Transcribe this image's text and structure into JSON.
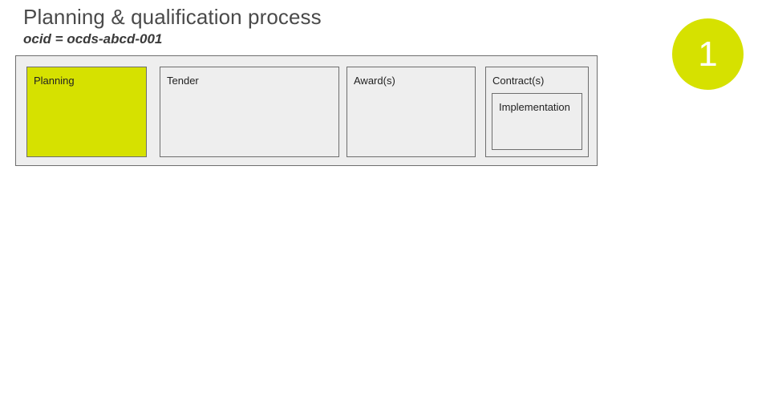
{
  "header": {
    "title": "Planning & qualification process",
    "subtitle": "ocid = ocds-abcd-001"
  },
  "step": {
    "number": "1"
  },
  "stages": {
    "planning": {
      "label": "Planning",
      "highlighted": true
    },
    "tender": {
      "label": "Tender",
      "highlighted": false
    },
    "award": {
      "label": "Award(s)",
      "highlighted": false
    },
    "contract": {
      "label": "Contract(s)",
      "highlighted": false,
      "implementation": {
        "label": "Implementation"
      }
    }
  },
  "colors": {
    "accent": "#d6e100",
    "stage_fill": "#eeeeee",
    "border": "#6e6e6e"
  }
}
